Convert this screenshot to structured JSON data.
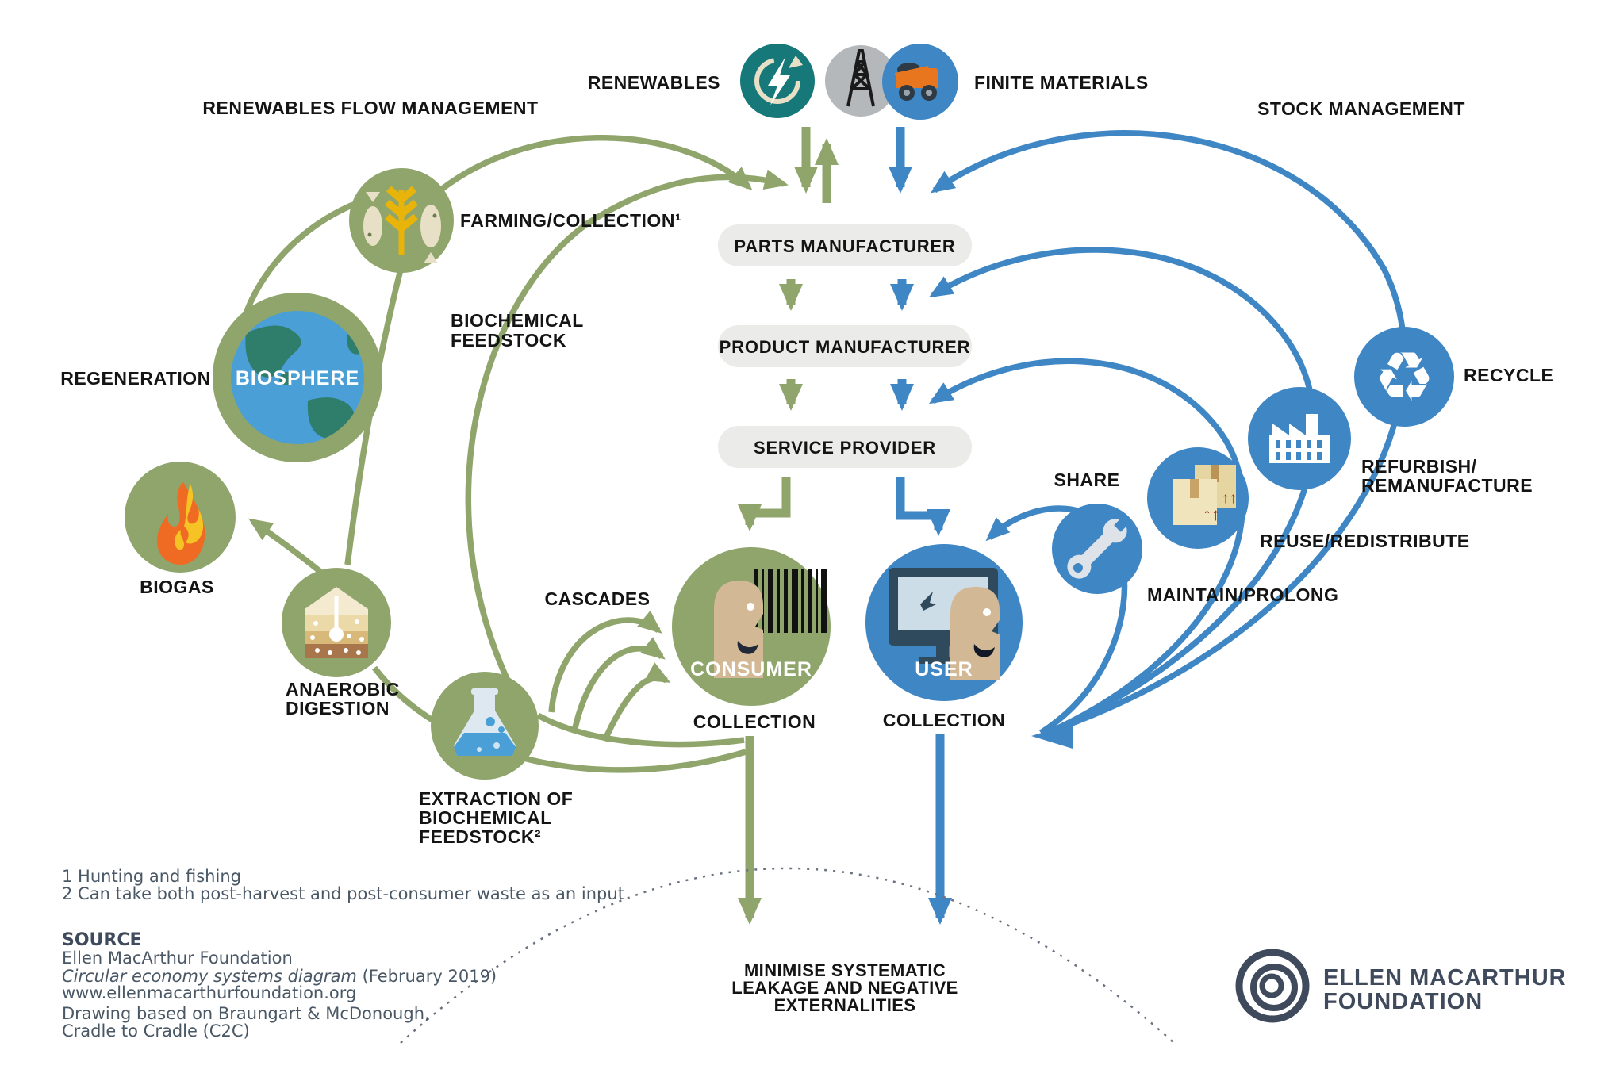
{
  "colors": {
    "olive": "#8fa56b",
    "blue": "#3f86c5",
    "teal": "#17787a",
    "gray_circle": "#b4b8ba",
    "box_bg": "#ebebe9",
    "slate": "#3f4a5c",
    "tan_face": "#d2b894",
    "cream": "#e8e0c6",
    "wheat_yellow": "#e8b40a",
    "flame_orange": "#ef6b23",
    "truck_orange": "#e8761f"
  },
  "icons": {
    "renewable_energy": "lightning-cycle-icon",
    "finite_derrick": "oil-derrick-icon",
    "finite_truck": "mining-truck-icon",
    "farming": "wheat-and-fish-icon",
    "biosphere": "earth-globe-icon",
    "biogas": "flame-icon",
    "anaerobic_digestion": "soil-layers-icon",
    "extraction": "flask-icon",
    "consumer": "person-barcode-icon",
    "user": "person-computer-icon",
    "maintain": "wrench-icon",
    "reuse": "boxes-icon",
    "refurbish": "factory-icon",
    "recycle": "recycle-arrows-icon"
  },
  "header": {
    "renewables_flow_management": "RENEWABLES FLOW MANAGEMENT",
    "renewables": "RENEWABLES",
    "finite_materials": "FINITE MATERIALS",
    "stock_management": "STOCK MANAGEMENT"
  },
  "center": {
    "parts_manufacturer": "PARTS MANUFACTURER",
    "product_manufacturer": "PRODUCT MANUFACTURER",
    "service_provider": "SERVICE PROVIDER"
  },
  "left": {
    "farming_collection": "FARMING/COLLECTION¹",
    "biochemical_feedstock": [
      "BIOCHEMICAL",
      "FEEDSTOCK"
    ],
    "regeneration": "REGENERATION",
    "biosphere": "BIOSPHERE",
    "biogas": "BIOGAS",
    "anaerobic_digestion": [
      "ANAEROBIC",
      "DIGESTION"
    ],
    "extraction": [
      "EXTRACTION OF",
      "BIOCHEMICAL",
      "FEEDSTOCK²"
    ],
    "cascades": "CASCADES",
    "consumer": "CONSUMER",
    "collection": "COLLECTION"
  },
  "right": {
    "share": "SHARE",
    "maintain_prolong": "MAINTAIN/PROLONG",
    "reuse_redistribute": "REUSE/REDISTRIBUTE",
    "refurbish": [
      "REFURBISH/",
      "REMANUFACTURE"
    ],
    "recycle": "RECYCLE",
    "user": "USER",
    "collection": "COLLECTION",
    "reuse_arrows": "↑↑",
    "reuse_arrows2": "↑↑",
    "recycle_glyph": "♻"
  },
  "bottom": {
    "minimise": [
      "MINIMISE SYSTEMATIC",
      "LEAKAGE AND NEGATIVE",
      "EXTERNALITIES"
    ],
    "footnote1": "1 Hunting and fishing",
    "footnote2": "2 Can take both post-harvest and post-consumer waste as an input",
    "source_title": "SOURCE",
    "source_line1": "Ellen MacArthur Foundation",
    "source_line2_italic": "Circular economy systems diagram",
    "source_line2_rest": " (February 2019)",
    "source_line3": "www.ellenmacarthurfoundation.org",
    "source_line4": "Drawing based on Braungart & McDonough,",
    "source_line5": "Cradle to Cradle (C2C)"
  },
  "logo": {
    "line1": "ELLEN MACARTHUR",
    "line2": "FOUNDATION"
  }
}
